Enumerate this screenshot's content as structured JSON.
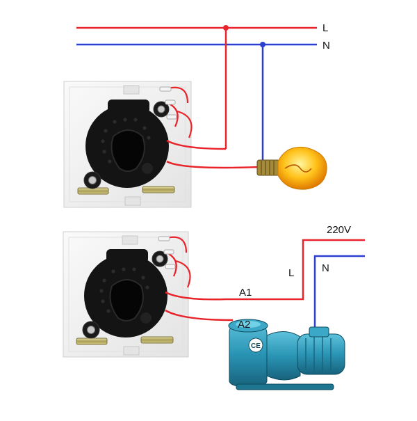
{
  "labels": {
    "line_top": "L",
    "neutral_top": "N",
    "supply_voltage": "220V",
    "line_bottom": "L",
    "neutral_bottom": "N",
    "terminal_a1": "A1",
    "terminal_a2": "A2",
    "pump_mark": "CE"
  },
  "colors": {
    "line_wire": "#e8232a",
    "neutral_wire": "#2b3fd1",
    "switch_body": "#111111",
    "switch_plate": "#f2f2f2",
    "bulb_glass": "#ffb400",
    "pump_body": "#2a95b5"
  }
}
